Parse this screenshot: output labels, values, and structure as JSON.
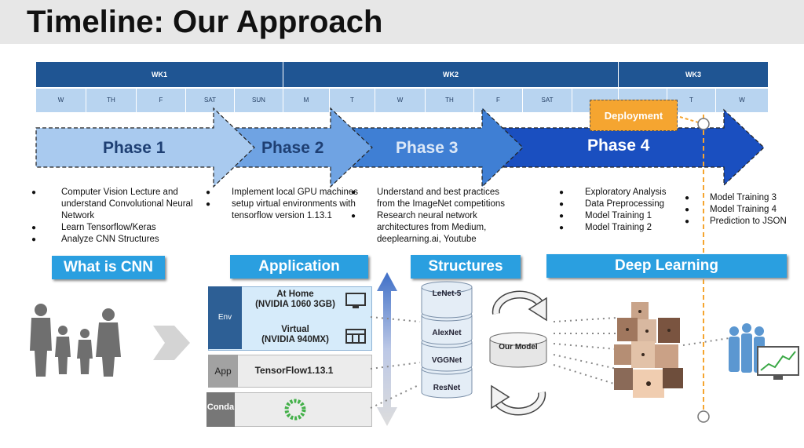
{
  "title": "Timeline: Our Approach",
  "weeks": [
    "WK1",
    "WK2",
    "WK3"
  ],
  "days": [
    "W",
    "TH",
    "F",
    "SAT",
    "SUN",
    "M",
    "T",
    "W",
    "TH",
    "F",
    "SAT",
    "",
    "",
    "T",
    "W"
  ],
  "phases": [
    "Phase 1",
    "Phase 2",
    "Phase 3",
    "Phase 4"
  ],
  "deployment_label": "Deployment",
  "phase_tasks": [
    [
      "Computer Vision Lecture and understand Convolutional Neural Network",
      "Learn Tensorflow/Keras",
      "Analyze CNN Structures"
    ],
    [
      "Implement local GPU machines",
      "setup virtual environments with tensorflow version 1.13.1"
    ],
    [
      "Understand and best practices from the ImageNet competitions",
      "Research neural network architectures from Medium, deeplearning.ai, Youtube"
    ],
    [
      "Exploratory Analysis",
      "Data Preprocessing",
      "Model Training 1",
      "Model Training 2"
    ],
    [
      "Model Training 3",
      "Model Training 4",
      "Prediction to JSON"
    ]
  ],
  "sections": [
    "What is CNN",
    "Application",
    "Structures",
    "Deep Learning"
  ],
  "stack": {
    "env_label": "Env",
    "home": "At Home",
    "home_gpu": "(NVIDIA 1060 3GB)",
    "virtual": "Virtual",
    "virtual_gpu": "(NVIDIA 940MX)",
    "app_label": "App",
    "tensorflow": "TensorFlow1.13.1",
    "conda_label": "Conda"
  },
  "structures": [
    "LeNet-5",
    "AlexNet",
    "VGGNet",
    "ResNet"
  ],
  "our_model": "Our Model",
  "colors": {
    "week_header": "#1f5593",
    "day_header": "#b8d4f0",
    "phase1": "#a9caef",
    "phase2": "#6fa3e3",
    "phase3": "#3f7fd4",
    "phase4": "#1a4fc0",
    "section_label": "#2a9fe0",
    "deployment": "#f5a530"
  }
}
